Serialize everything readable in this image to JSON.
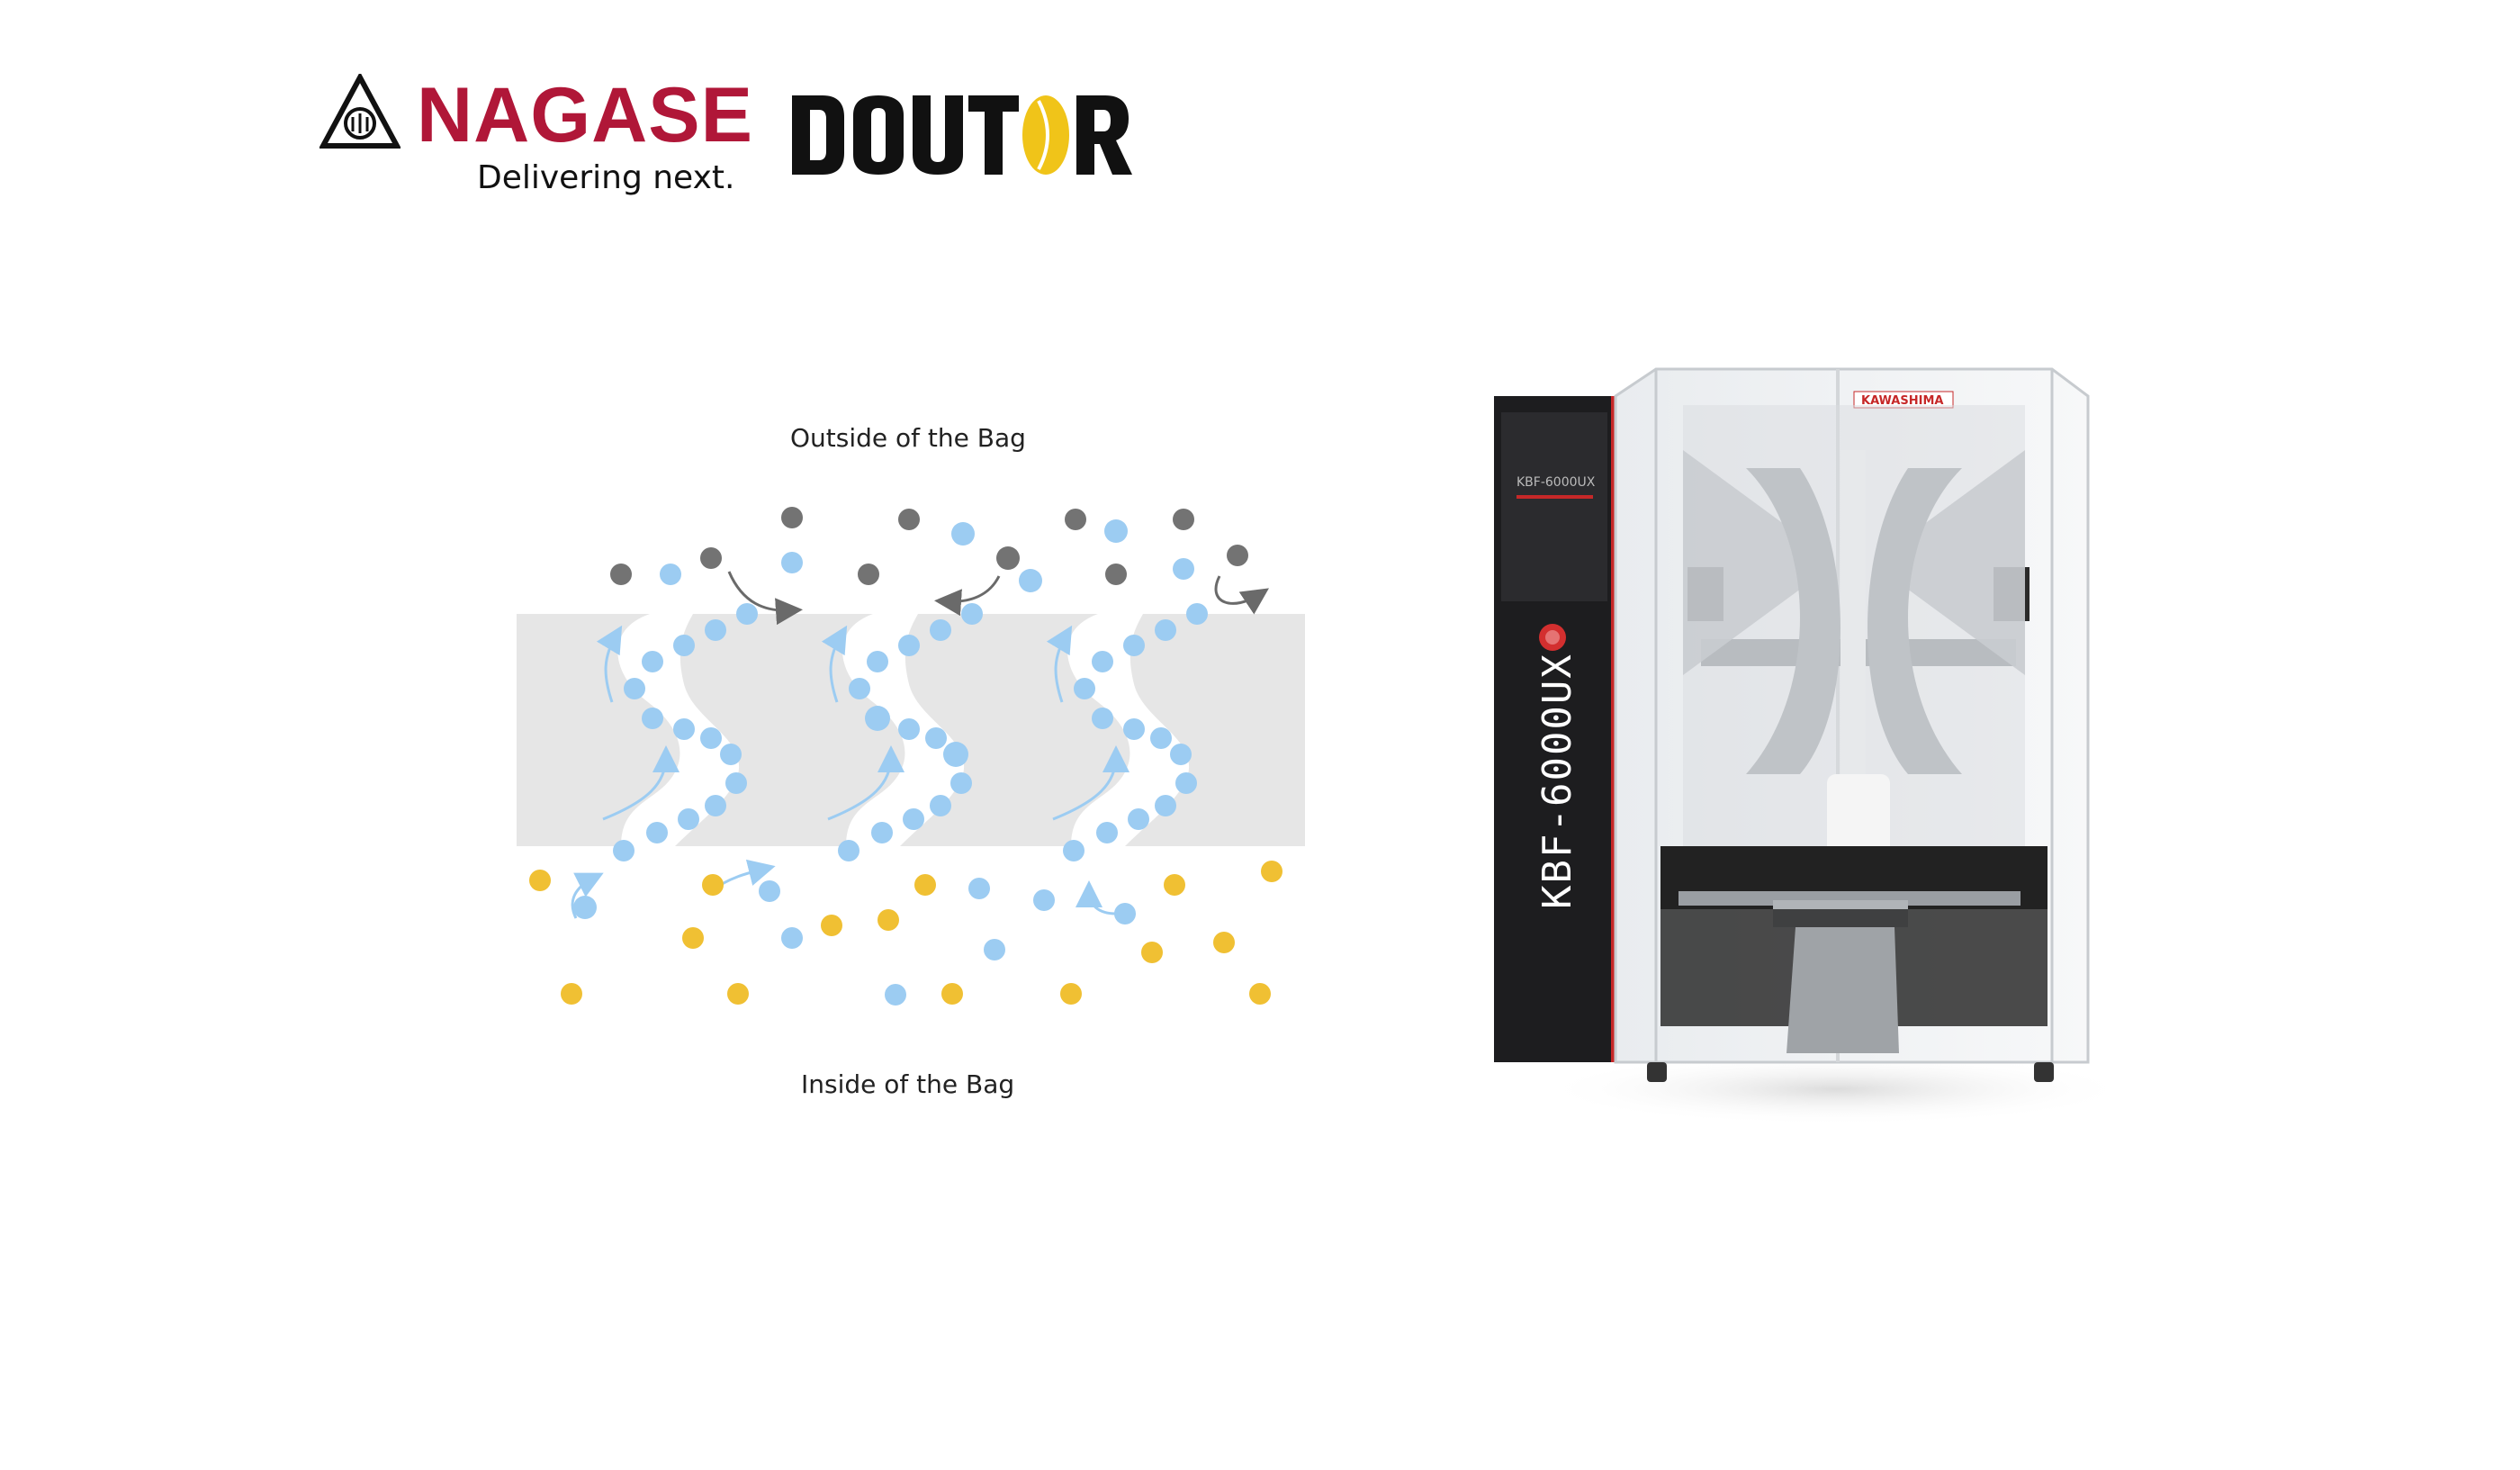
{
  "logos": {
    "nagase": {
      "name": "NAGASE",
      "tagline": "Delivering next.",
      "color": "#b01738"
    },
    "doutor": {
      "name": "DOUTOR",
      "accent_color": "#f0c419"
    }
  },
  "diagram": {
    "outside_label": "Outside of the Bag",
    "inside_label": "Inside of the Bag",
    "colors": {
      "film": "#e6e6e6",
      "gas_outside": "#737373",
      "gas_released": "#9cccf2",
      "product": "#f0c033",
      "arrow": "#9cccf2"
    }
  },
  "machine": {
    "model_label": "KBF-6000UX",
    "brand_label": "KAWASHIMA",
    "panel_label": "KBF-6000UX"
  }
}
